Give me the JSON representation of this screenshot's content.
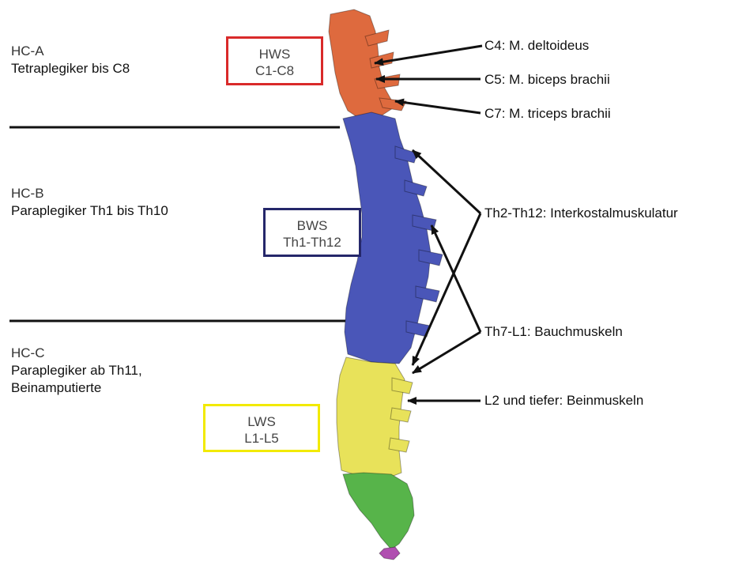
{
  "colors": {
    "cervical": "#de6a3e",
    "thoracic": "#4a56b8",
    "lumbar": "#e8e25a",
    "sacrum": "#57b44a",
    "coccyx": "#b04fb0",
    "box_hws": "#d92a2a",
    "box_bws": "#25276a",
    "box_lws": "#f2ea00",
    "line": "#111111"
  },
  "classes": [
    {
      "code": "HC-A",
      "description": [
        "Tetraplegiker bis C8"
      ]
    },
    {
      "code": "HC-B",
      "description": [
        "Paraplegiker Th1 bis Th10"
      ]
    },
    {
      "code": "HC-C",
      "description": [
        "Paraplegiker ab Th11,",
        "Beinamputierte"
      ]
    }
  ],
  "regions": [
    {
      "name": "HWS",
      "range": "C1-C8",
      "color": "box_hws"
    },
    {
      "name": "BWS",
      "range": "Th1-Th12",
      "color": "box_bws"
    },
    {
      "name": "LWS",
      "range": "L1-L5",
      "color": "box_lws"
    }
  ],
  "annotations": [
    {
      "label": "C4: M. deltoideus"
    },
    {
      "label": "C5: M. biceps brachii"
    },
    {
      "label": "C7: M. triceps brachii"
    },
    {
      "label": "Th2-Th12: Interkostalmuskulatur"
    },
    {
      "label": "Th7-L1: Bauchmuskeln"
    },
    {
      "label": "L2 und tiefer: Beinmuskeln"
    }
  ]
}
